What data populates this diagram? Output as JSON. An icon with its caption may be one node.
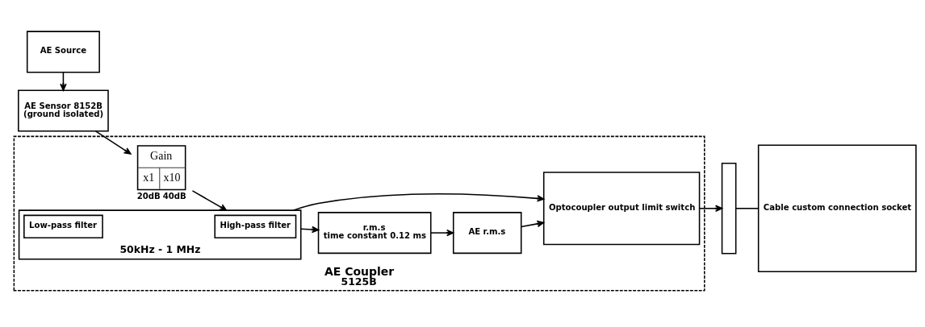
{
  "diagram": {
    "nodes": [
      {
        "text": [
          "AE Source"
        ]
      },
      {
        "text": [
          "AE Sensor 8152B",
          "(ground isolated)"
        ]
      },
      {
        "text": [
          "AE Coupler",
          "5125B"
        ]
      },
      {
        "text": [
          "Gain",
          "x1",
          "x10"
        ],
        "beside": [
          "20dB",
          "40dB"
        ],
        "in": 2
      },
      {
        "text": [
          "50kHz - 1 MHz"
        ],
        "in": 2
      },
      {
        "text": [
          "High-pass filter"
        ],
        "in": 4
      },
      {
        "text": [
          "Low-pass filter"
        ],
        "in": 4
      },
      {
        "text": [
          "r.m.s",
          "time constant 0.12 ms"
        ],
        "in": 2
      },
      {
        "text": [
          "AE r.m.s"
        ],
        "in": 2
      },
      {
        "text": [
          "Optocoupler output limit switch"
        ],
        "in": 2
      },
      {
        "text": [],
        "shape": "bar"
      },
      {
        "text": [
          "Cable custom connection socket"
        ]
      }
    ],
    "edges": [
      {
        "from": 0,
        "to": 1,
        "arrow": "to"
      },
      {
        "from": 1,
        "to": 3,
        "arrow": "to"
      },
      {
        "from": 3,
        "to": 4,
        "arrow": "to"
      },
      {
        "from": 4,
        "to": 7,
        "arrow": "to"
      },
      {
        "from": 4,
        "to": 9,
        "arrow": "to"
      },
      {
        "from": 7,
        "to": 8,
        "arrow": "to"
      },
      {
        "from": 8,
        "to": 9,
        "arrow": "to"
      },
      {
        "from": 9,
        "to": 10,
        "arrow": "to"
      },
      {
        "from": 10,
        "to": 11,
        "arrow": "none"
      }
    ]
  }
}
